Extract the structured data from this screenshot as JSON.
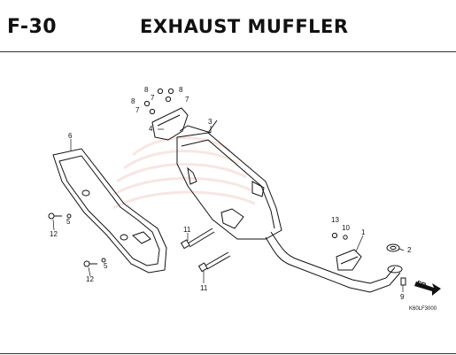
{
  "header": {
    "code": "F-30",
    "title": "EXHAUST MUFFLER"
  },
  "callouts": {
    "c1": "1",
    "c2": "2",
    "c3": "3",
    "c4": "4",
    "c5a": "5",
    "c5b": "5",
    "c6": "6",
    "c7a": "7",
    "c7b": "7",
    "c7c": "7",
    "c8a": "8",
    "c8b": "8",
    "c8c": "8",
    "c9": "9",
    "c10": "10",
    "c11a": "11",
    "c11b": "11",
    "c12a": "12",
    "c12b": "12",
    "c13": "13"
  },
  "direction_label": "FR.",
  "reference_code": "K60LF3000"
}
